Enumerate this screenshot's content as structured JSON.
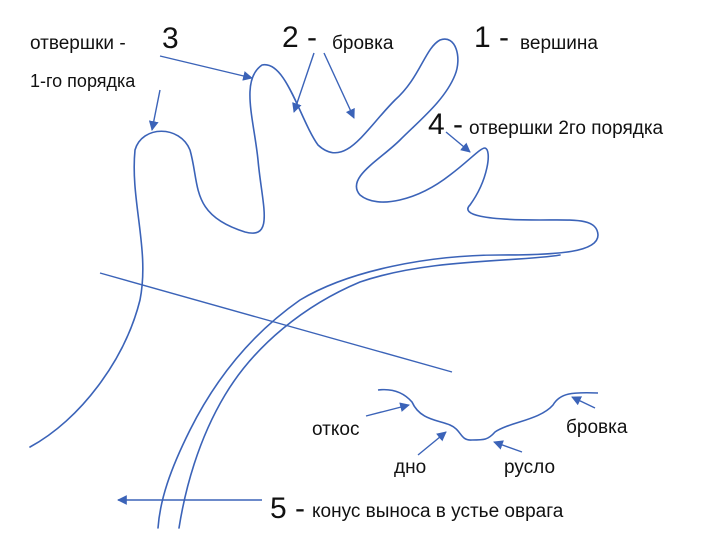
{
  "labels": {
    "otvershki1_text": "отвершки -",
    "otvershki1_num": "3",
    "otvershki1_line2": "1-го порядка",
    "brovka_num": "2 -",
    "brovka_text": "бровка",
    "vershina_num": "1 -",
    "vershina_text": "вершина",
    "otvershki2_num": "4 -",
    "otvershki2_text": "отвершки 2го порядка",
    "otkos": "откос",
    "dno": "дно",
    "ruslo": "русло",
    "brovka_profile": "бровка",
    "konus_num": "5 -",
    "konus_text": "конус выноса в устье оврага"
  },
  "colors": {
    "line": "#3b63b8",
    "text": "#111111"
  }
}
